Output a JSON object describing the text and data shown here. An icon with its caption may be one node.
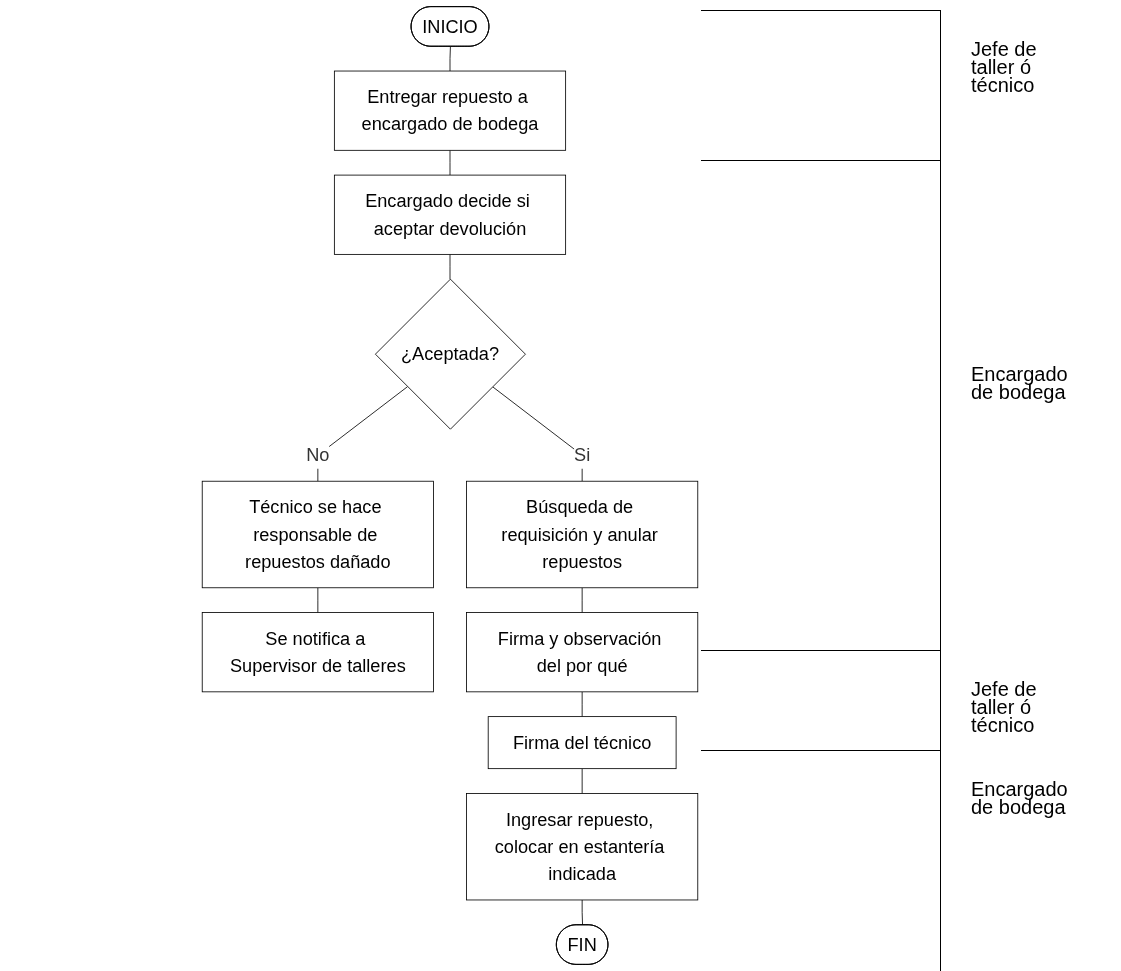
{
  "diagram": {
    "nodes": [
      {
        "text": [
          "INICIO"
        ]
      },
      {
        "text": [
          "Entregar repuesto a encargado de bodega"
        ]
      },
      {
        "text": [
          "Encargado decide si aceptar devolución"
        ]
      },
      {
        "text": [
          "¿Aceptada?"
        ]
      },
      {
        "text": [
          "Técnico se hace responsable de repuestos dañado"
        ]
      },
      {
        "text": [
          "Se notifica a Supervisor de talleres"
        ]
      },
      {
        "text": [
          "Búsqueda de requisición y anular repuestos"
        ]
      },
      {
        "text": [
          "Firma y observación del por qué"
        ]
      },
      {
        "text": [
          "Firma del técnico"
        ]
      },
      {
        "text": [
          "Ingresar repuesto, colocar en estantería indicada"
        ]
      },
      {
        "text": [
          "FIN"
        ]
      }
    ],
    "edges": [
      {
        "from": 0,
        "to": 1,
        "arrow": "none"
      },
      {
        "from": 1,
        "to": 2,
        "arrow": "none"
      },
      {
        "from": 2,
        "to": 3,
        "arrow": "none"
      },
      {
        "from": 3,
        "to": 4,
        "label": "No",
        "arrow": "none"
      },
      {
        "from": 4,
        "to": 5,
        "arrow": "none"
      },
      {
        "from": 3,
        "to": 6,
        "label": "Si",
        "arrow": "none"
      },
      {
        "from": 6,
        "to": 7,
        "arrow": "none"
      },
      {
        "from": 7,
        "to": 8,
        "arrow": "none"
      },
      {
        "from": 8,
        "to": 9,
        "arrow": "none"
      },
      {
        "from": 9,
        "to": 10,
        "arrow": "none"
      }
    ],
    "labels": [
      "Jefe de taller ó técnico",
      "Encargado de bodega",
      "Jefe de taller ó técnico",
      "Encargado de bodega"
    ]
  }
}
